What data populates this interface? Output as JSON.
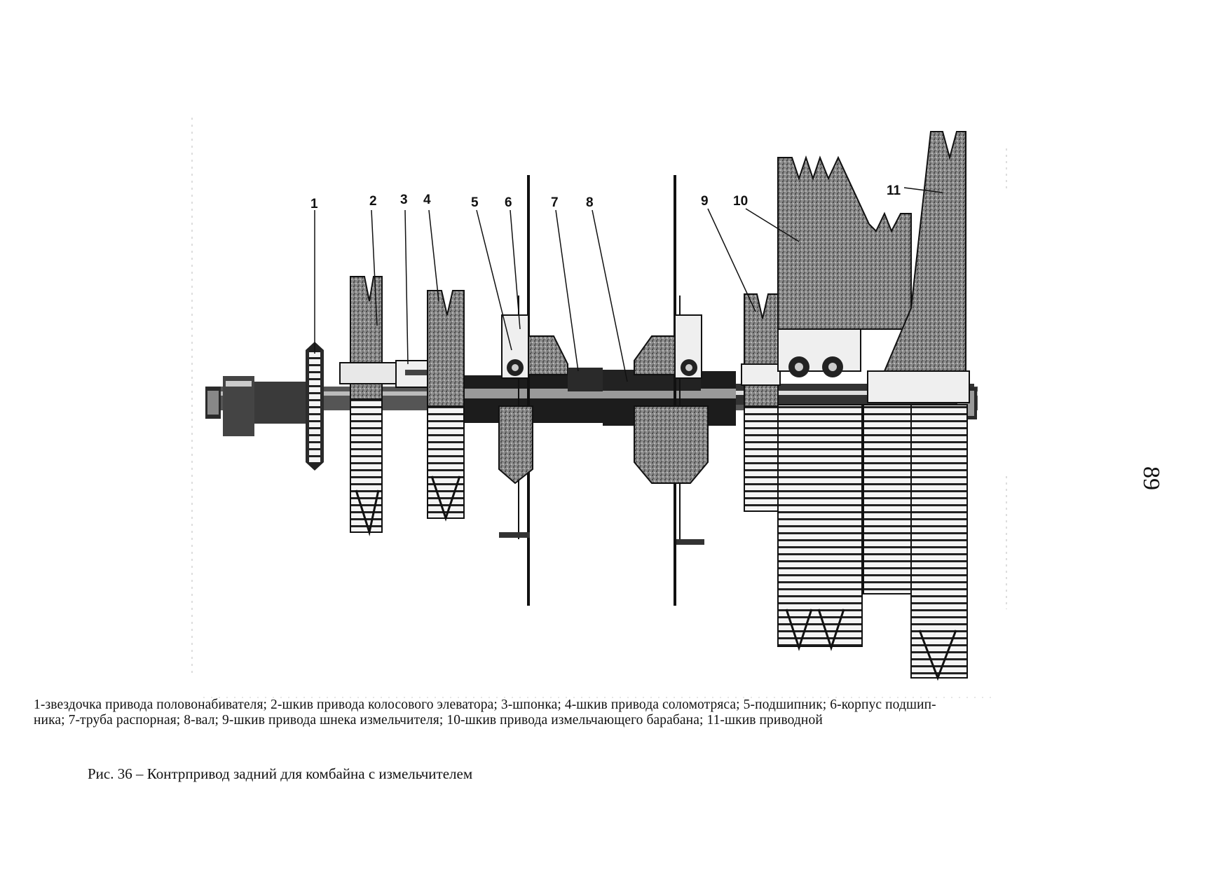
{
  "figure": {
    "callouts": [
      "1",
      "2",
      "3",
      "4",
      "5",
      "6",
      "7",
      "8",
      "9",
      "10",
      "11"
    ]
  },
  "legend": {
    "line1": "1-звездочка привода половонабивателя; 2-шкив привода колосового элеватора; 3-шпонка; 4-шкив привода соломотряса; 5-подшипник; 6-корпус подшип-",
    "line2": "ника; 7-труба распорная; 8-вал; 9-шкив привода шнека измельчителя; 10-шкив привода измельчающего барабана; 11-шкив приводной"
  },
  "caption": "Рис. 36 – Контрпривод задний для комбайна с измельчителем",
  "page_number": "89"
}
